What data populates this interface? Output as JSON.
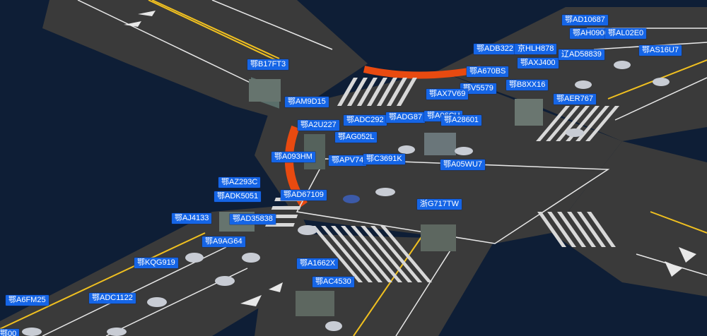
{
  "scene": {
    "ground_color": "#0e1e36",
    "road_color": "#3a3a3a",
    "lane_marking_color": "#e8e8e8",
    "center_line_color": "#f0c020",
    "curb_highlight_color": "#e84a10",
    "label_color": "#1565e6",
    "label_text_color": "#ffffff"
  },
  "labels": [
    "鄂AD10687",
    "鄂AH0900",
    "鄂AL02E0",
    "鄂ADB322",
    "京HLH878",
    "鄂AXJ400",
    "辽AD58839",
    "鄂AS16U7",
    "鄂A670BS",
    "鄂V5579",
    "鄂B8XX16",
    "鄂AX7V69",
    "鄂AER767",
    "鄂B17FT3",
    "鄂AM9D15",
    "鄂ADC292",
    "鄂ADG87",
    "鄂A06CU",
    "鄂A28601",
    "鄂A2U227",
    "鄂AG052L",
    "鄂A093HM",
    "鄂APV74",
    "鄂C3691K",
    "鄂A05WU7",
    "鄂AZ293C",
    "鄂ADK5051",
    "鄂AD67109",
    "浙G717TW",
    "鄂AJ4133",
    "鄂AD35838",
    "鄂A9AG64",
    "鄂KQG919",
    "鄂A1662X",
    "鄂AC4530",
    "鄂A6FM25",
    "鄂ADC1122",
    "鄂00"
  ]
}
